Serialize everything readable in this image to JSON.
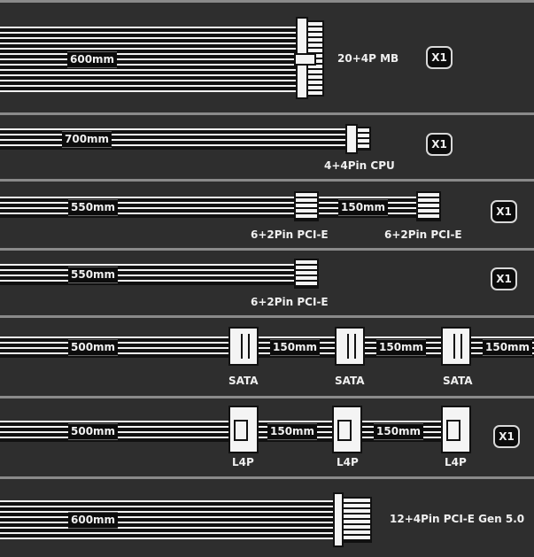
{
  "cables": [
    {
      "connector": "20+4P MB",
      "length": "600mm",
      "quantity": "X1"
    },
    {
      "connector": "4+4Pin CPU",
      "length": "700mm",
      "quantity": "X1"
    },
    {
      "connectors": [
        "6+2Pin PCI-E",
        "6+2Pin PCI-E"
      ],
      "length": "550mm",
      "segment": "150mm",
      "quantity": "X1"
    },
    {
      "connector": "6+2Pin PCI-E",
      "length": "550mm",
      "quantity": "X1"
    },
    {
      "connectors": [
        "SATA",
        "SATA",
        "SATA"
      ],
      "length": "500mm",
      "segments": [
        "150mm",
        "150mm",
        "150mm"
      ]
    },
    {
      "connectors": [
        "L4P",
        "L4P",
        "L4P"
      ],
      "length": "500mm",
      "segments": [
        "150mm",
        "150mm"
      ],
      "quantity": "X1"
    },
    {
      "connector": "12+4Pin PCI-E Gen 5.0",
      "length": "600mm"
    }
  ]
}
